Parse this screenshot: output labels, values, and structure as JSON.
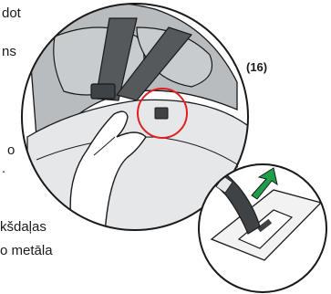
{
  "page": {
    "step_number": "(16)",
    "text_fragments": [
      "dot",
      "ns",
      "o",
      ".",
      "kšdaļas",
      "o metāla"
    ]
  },
  "illustration": {
    "highlight_color": "#e02020",
    "arrow_color": "#1f9e4a",
    "strap_color": "#3f4345",
    "seat_color": "#b9bcbf",
    "icons": [
      "buckle-strap-detail",
      "direction-arrow"
    ]
  }
}
